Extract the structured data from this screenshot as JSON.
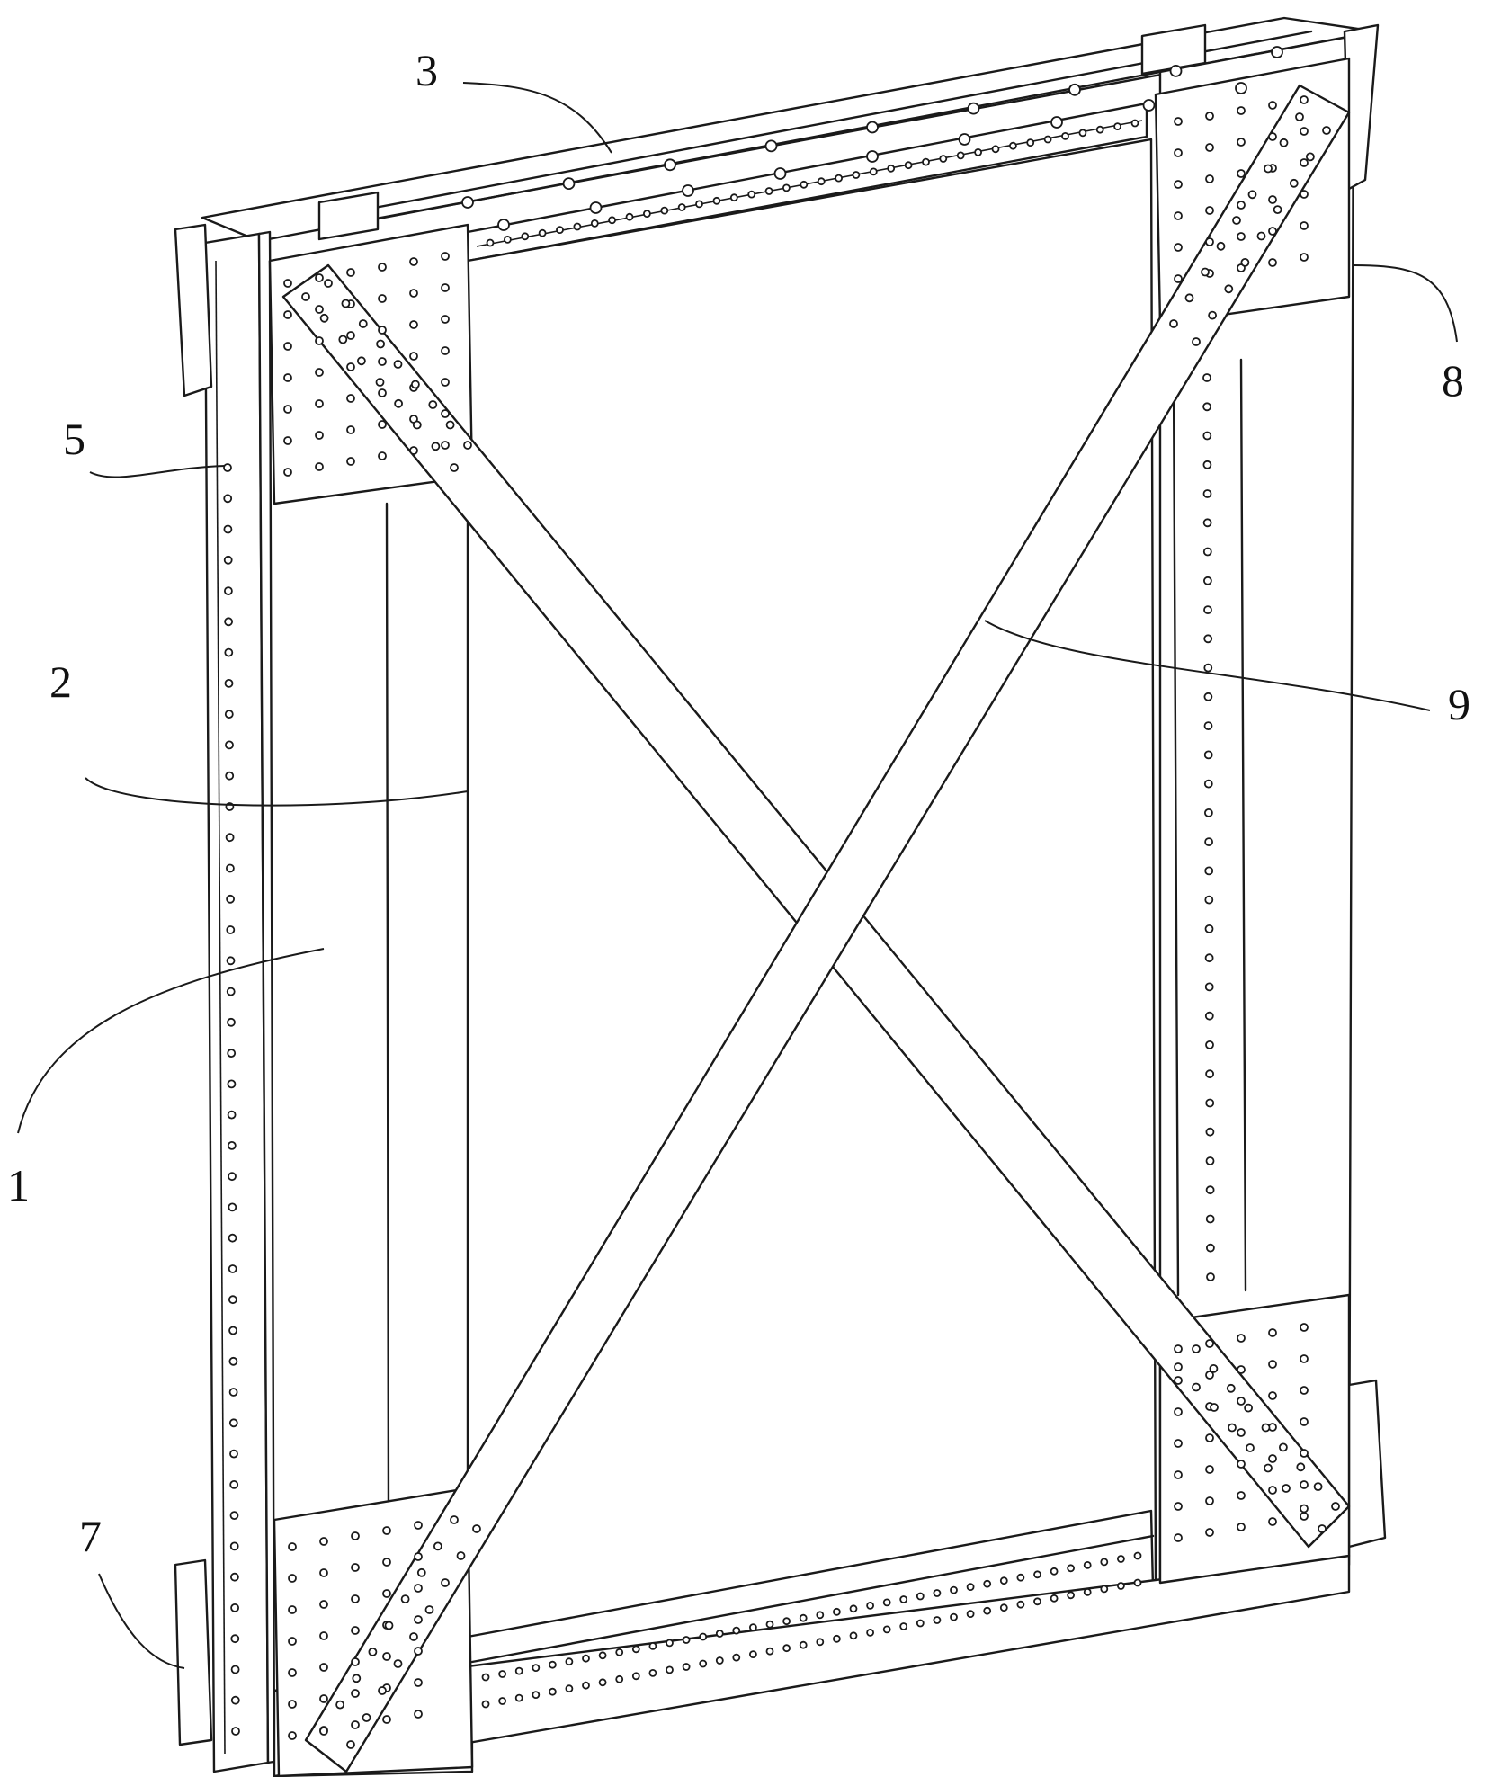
{
  "figure": {
    "labels": [
      {
        "id": "1",
        "text": "1"
      },
      {
        "id": "2",
        "text": "2"
      },
      {
        "id": "3",
        "text": "3"
      },
      {
        "id": "5",
        "text": "5"
      },
      {
        "id": "7",
        "text": "7"
      },
      {
        "id": "8",
        "text": "8"
      },
      {
        "id": "9",
        "text": "9"
      }
    ],
    "colors": {
      "line": "#1a1a1a",
      "background": "#ffffff"
    }
  }
}
